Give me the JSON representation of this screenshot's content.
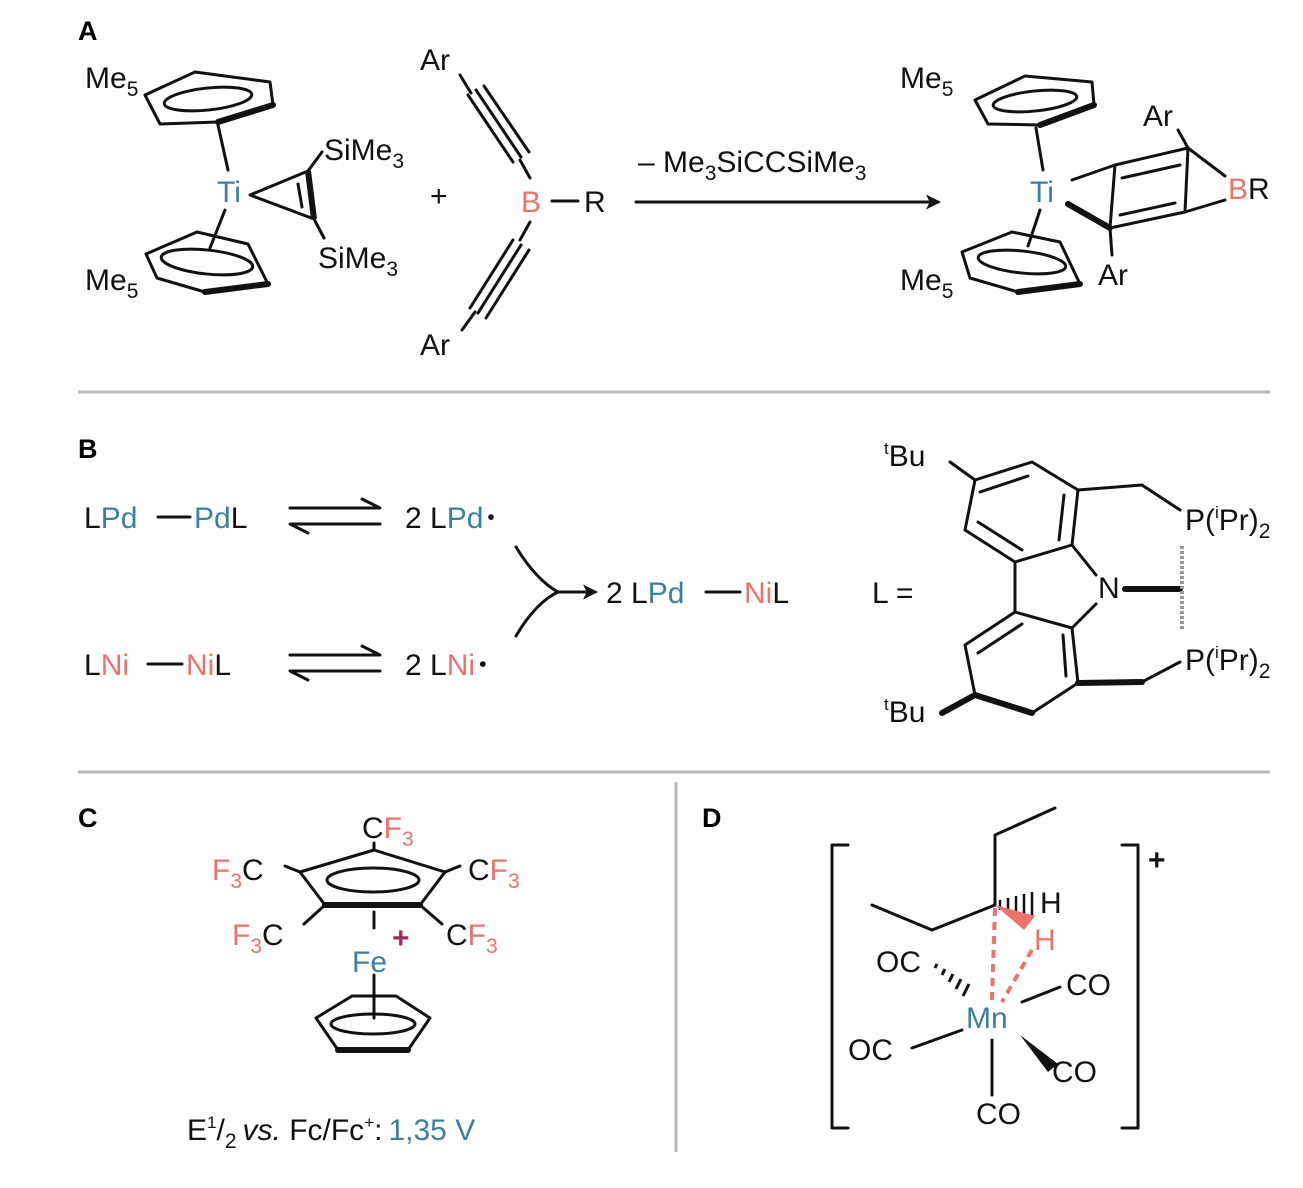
{
  "colors": {
    "metal_blue": "#3d7f9f",
    "hetero_red": "#e8746b",
    "charge_purple": "#a02a5c",
    "rule_gray": "#b9b9b9"
  },
  "panels": {
    "a": "A",
    "b": "B",
    "c": "C",
    "d": "D"
  },
  "a": {
    "me": "Me",
    "five": "5",
    "ti": "Ti",
    "si": "SiMe",
    "three": "3",
    "plus": "+",
    "ar": "Ar",
    "b": "B",
    "r": "R",
    "cond1": "– Me",
    "cond2": "SiCCSiMe"
  },
  "b": {
    "l": "L",
    "pd": "Pd",
    "ni": "Ni",
    "two_l": "2 L",
    "dot": "•",
    "l_eq": "L =",
    "tbu_sup": "t",
    "tbu": "Bu",
    "n": "N",
    "p_open": "P(",
    "i": "i",
    "pr_close": "Pr)",
    "two": "2"
  },
  "c": {
    "c": "C",
    "f": "F",
    "three": "3",
    "fe": "Fe",
    "plus": "+",
    "e": "E",
    "one": "1",
    "slash": "/",
    "two": "2",
    "vs": "vs.",
    "fc": " Fc/Fc",
    "colon": ":",
    "value": "1,35 V"
  },
  "d": {
    "oc": "OC",
    "co": "CO",
    "mn": "Mn",
    "h": "H",
    "plus": "+"
  }
}
